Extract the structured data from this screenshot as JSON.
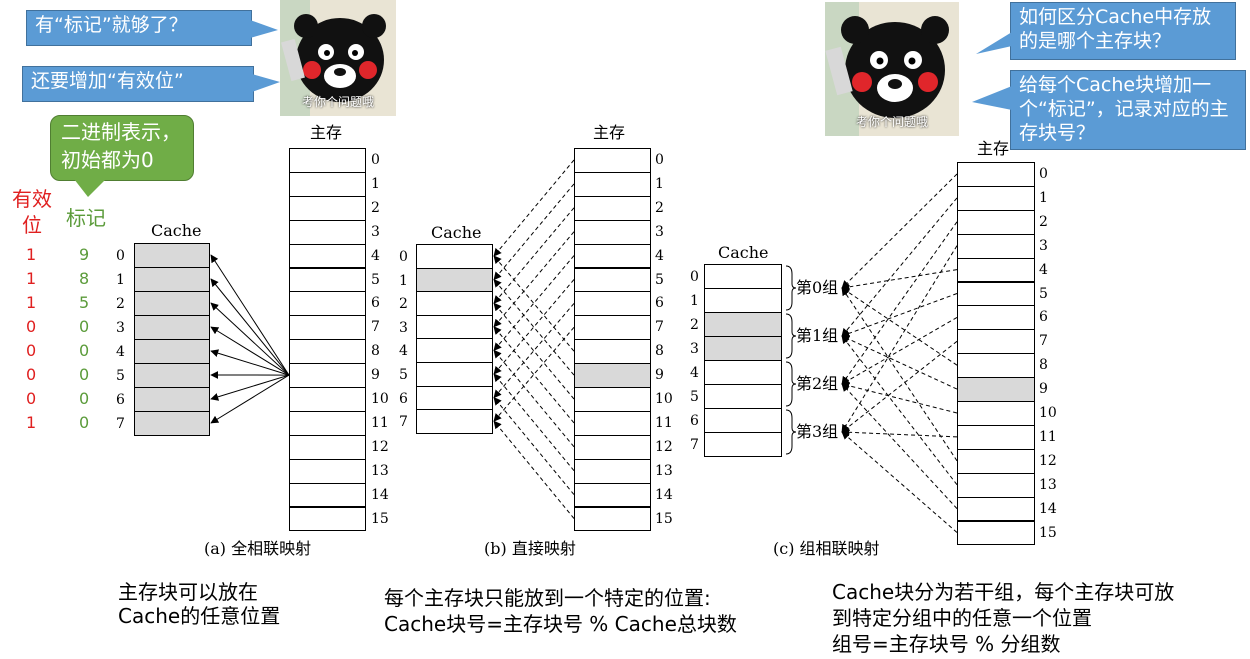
{
  "bubbles": {
    "q_tag": "有“标记”就够了？",
    "add_valid": "还要增加“有效位”",
    "binary": "二进制表示，初始都为0",
    "right_q": "如何区分Cache中存放的是哪个主存块？",
    "right_a": "给每个Cache块增加一个“标记”，记录对应的主存块号？"
  },
  "memes": {
    "caption": "考你个问题哦"
  },
  "columns": {
    "valid": "有效位",
    "tag": "标记"
  },
  "valid_bits": [
    "1",
    "1",
    "1",
    "0",
    "0",
    "0",
    "0",
    "1"
  ],
  "tags": [
    "9",
    "8",
    "5",
    "0",
    "0",
    "0",
    "0",
    "0"
  ],
  "labels": {
    "cache": "Cache",
    "main": "主存"
  },
  "cache_indices": [
    "0",
    "1",
    "2",
    "3",
    "4",
    "5",
    "6",
    "7"
  ],
  "mem_indices": [
    "0",
    "1",
    "2",
    "3",
    "4",
    "5",
    "6",
    "7",
    "8",
    "9",
    "10",
    "11",
    "12",
    "13",
    "14",
    "15"
  ],
  "groups": [
    "第0组",
    "第1组",
    "第2组",
    "第3组"
  ],
  "captions": {
    "a": "(a) 全相联映射",
    "b": "(b) 直接映射",
    "c": "(c) 组相联映射"
  },
  "descriptions": {
    "a": "主存块可以放在Cache的任意位置",
    "b1": "每个主存块只能放到一个特定的位置:",
    "b2": "Cache块号=主存块号 % Cache总块数",
    "c1": "Cache块分为若干组，每个主存块可放",
    "c2": "到特定分组中的任意一个位置",
    "c3": "组号=主存块号 % 分组数"
  },
  "colors": {
    "bubble_blue": "#5b9bd5",
    "bubble_green": "#70ad47",
    "valid_red": "#e02020",
    "tag_green": "#5b9b3a",
    "highlight": "#d9d9d9"
  }
}
